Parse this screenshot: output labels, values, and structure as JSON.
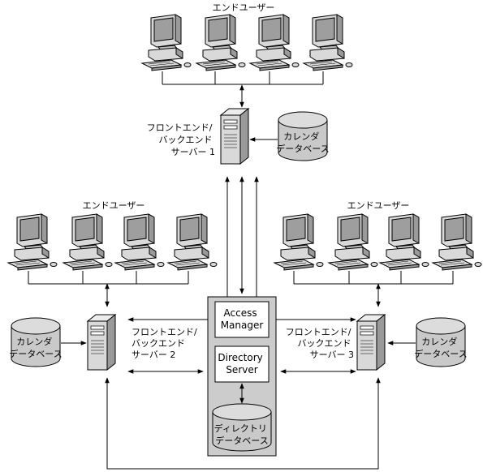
{
  "end_user_groups": [
    {
      "label": "エンドユーザー",
      "workstations": 4
    },
    {
      "label": "エンドユーザー",
      "workstations": 4
    },
    {
      "label": "エンドユーザー",
      "workstations": 4
    }
  ],
  "servers": [
    {
      "id": "s1",
      "label_lines": [
        "フロントエンド/",
        "バックエンド",
        "サーバー 1"
      ]
    },
    {
      "id": "s2",
      "label_lines": [
        "フロントエンド/",
        "バックエンド",
        "サーバー 2"
      ]
    },
    {
      "id": "s3",
      "label_lines": [
        "フロントエンド/",
        "バックエンド",
        "サーバー 3"
      ]
    }
  ],
  "calendar_databases": [
    {
      "label_lines": [
        "カレンダ",
        "データベース"
      ]
    },
    {
      "label_lines": [
        "カレンダ",
        "データベース"
      ]
    },
    {
      "label_lines": [
        "カレンダ",
        "データベース"
      ]
    }
  ],
  "directory_box": {
    "access_manager_lines": [
      "Access",
      "Manager"
    ],
    "directory_server_lines": [
      "Directory",
      "Server"
    ],
    "directory_db_lines": [
      "ディレクトリ",
      "データベース"
    ]
  },
  "colors": {
    "line": "#000000",
    "device_fill": "#d9d9d9",
    "device_dark": "#9a9a9a",
    "screen_fill": "#9e9e9e",
    "box_fill": "#cccccc",
    "cylinder_fill": "#c9c9c9"
  }
}
